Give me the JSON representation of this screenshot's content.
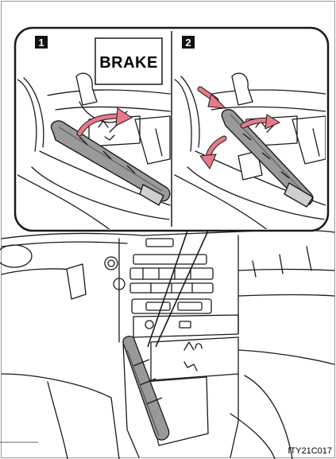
{
  "figure": {
    "callouts": [
      {
        "number": "1"
      },
      {
        "number": "2"
      }
    ],
    "brake_label": "BRAKE",
    "illustration_code": "ITY21C017",
    "colors": {
      "arrow": "#e8798a",
      "line": "#1a1a1a",
      "badge": "#111111",
      "background": "#ffffff"
    }
  }
}
